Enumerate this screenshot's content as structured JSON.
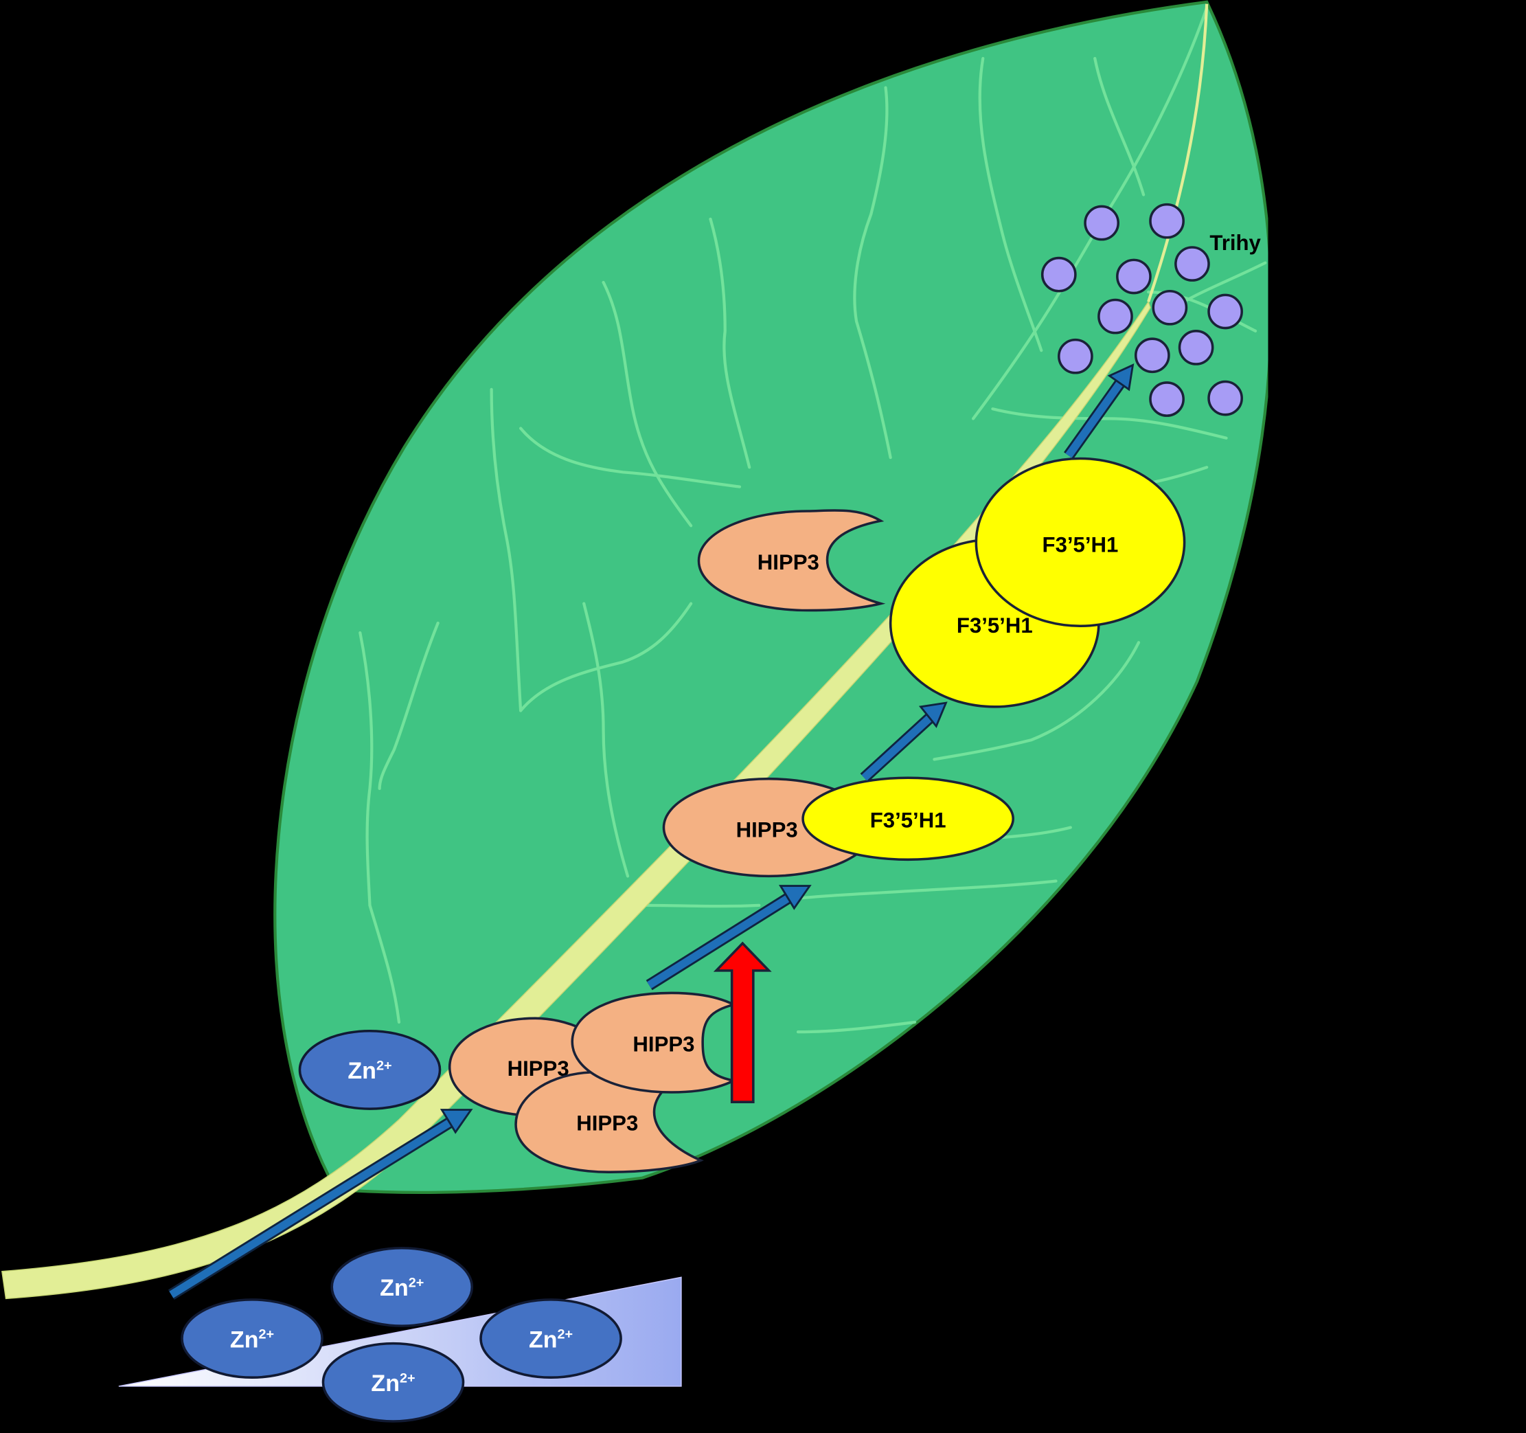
{
  "labels": {
    "zinc": "Zn",
    "zinc_charge": "2+",
    "hipp3": "HIPP3",
    "f35h1": "F3’5’H1",
    "product": "Trihy"
  },
  "colors": {
    "background": "#000000",
    "leaf": "#40C483",
    "leaf_vein": "#7BE8A0",
    "midrib": "#E2EE96",
    "zinc_ion": "#4472C4",
    "hipp3": "#F4B183",
    "f35h1": "#FFFF00",
    "product_dot": "#A79CF5",
    "flow_arrow": "#1F6FB8",
    "induction_arrow": "#FF0000",
    "gradient_wedge": "#9AAAF0"
  }
}
